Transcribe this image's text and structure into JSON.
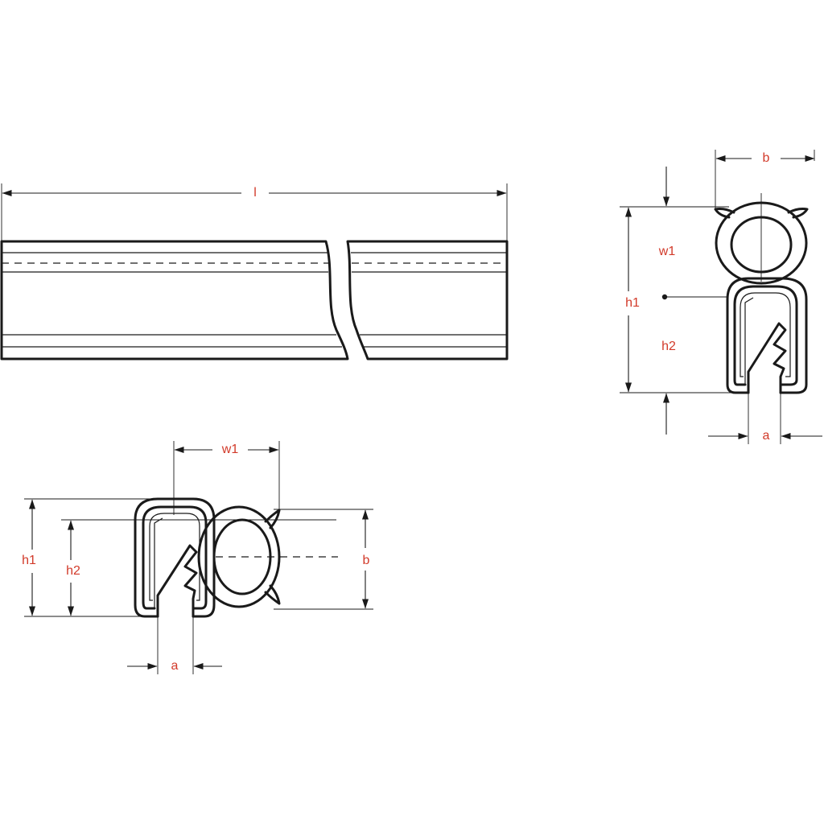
{
  "colors": {
    "line": "#1a1a1a",
    "label": "#d23a2a",
    "background": "#ffffff"
  },
  "labels": {
    "length": "l",
    "right_width": "b",
    "right_w1": "w1",
    "right_h1": "h1",
    "right_h2": "h2",
    "right_a": "a",
    "bottom_w1": "w1",
    "bottom_h1": "h1",
    "bottom_h2": "h2",
    "bottom_b": "b",
    "bottom_a": "a"
  }
}
